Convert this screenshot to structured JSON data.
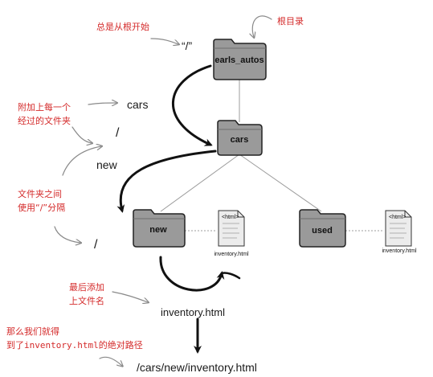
{
  "annotations": {
    "always_from_root": "总是从根开始",
    "root_dir": "根目录",
    "append_folder_line1": "附加上每一个",
    "append_folder_line2": "经过的文件夹",
    "separator_line1": "文件夹之间",
    "separator_line2": "使用“/”分隔",
    "add_filename_line1": "最后添加",
    "add_filename_line2": "上文件名",
    "result_line1": "那么我们就得",
    "result_line2_prefix": "到了",
    "result_line2_code": "inventory.html",
    "result_line2_suffix": "的绝对路径"
  },
  "path_parts": {
    "root_slash": "“/”",
    "cars": "cars",
    "slash_1": "/",
    "new": "new",
    "slash_2": "/",
    "filename": "inventory.html",
    "full_path": "/cars/new/inventory.html"
  },
  "tree": {
    "root": "earls_autos",
    "cars": "cars",
    "new": "new",
    "used": "used",
    "file_new": "inventory.html",
    "file_used": "inventory.html",
    "file_icon_text": "<html>"
  },
  "colors": {
    "annotation": "#d42a2a",
    "folder_fill": "#9a9a9a",
    "folder_dark": "#6d6d6d",
    "arrow": "#111111",
    "sketch_arrow": "#8a8a8a"
  }
}
